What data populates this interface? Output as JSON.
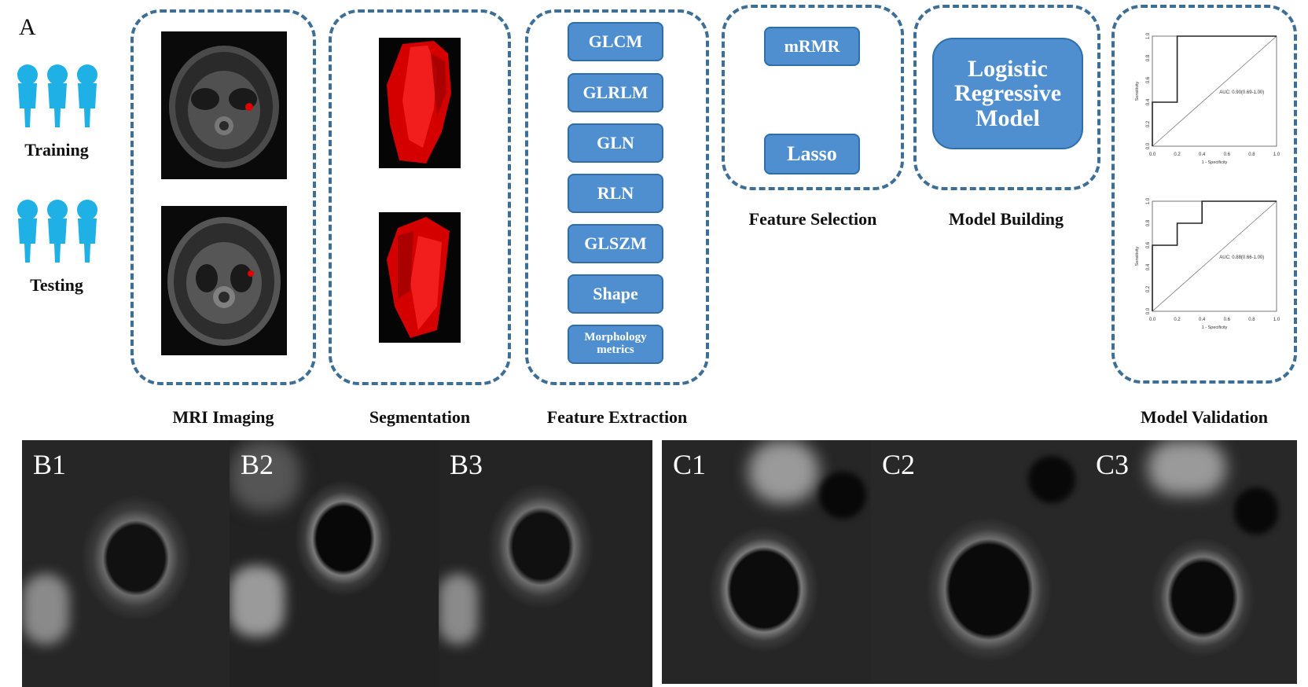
{
  "panel_a_label": "A",
  "groups": {
    "training": "Training",
    "testing": "Testing"
  },
  "stages": {
    "mri": "MRI Imaging",
    "segmentation": "Segmentation",
    "feature_extraction": "Feature Extraction",
    "feature_selection": "Feature Selection",
    "model_building": "Model Building",
    "model_validation": "Model Validation"
  },
  "features": [
    "GLCM",
    "GLRLM",
    "GLN",
    "RLN",
    "GLSZM",
    "Shape",
    "Morphology metrics"
  ],
  "selection": [
    "mRMR",
    "Lasso"
  ],
  "model": "Logistic Regressive Model",
  "roc_plots": [
    {
      "auc_label": "AUC: 0.90(0.69-1.00)",
      "xlabel": "1 - Specificity",
      "ylabel": "Sensitivity",
      "ticks": [
        "0.0",
        "0.2",
        "0.4",
        "0.6",
        "0.8",
        "1.0"
      ],
      "curve": [
        [
          0,
          0
        ],
        [
          0,
          0.4
        ],
        [
          0.2,
          0.4
        ],
        [
          0.2,
          1.0
        ],
        [
          1.0,
          1.0
        ]
      ]
    },
    {
      "auc_label": "AUC: 0.88(0.66-1.00)",
      "xlabel": "1 - Specificity",
      "ylabel": "Sensitivity",
      "ticks": [
        "0.0",
        "0.2",
        "0.4",
        "0.6",
        "0.8",
        "1.0"
      ],
      "curve": [
        [
          0,
          0
        ],
        [
          0,
          0.6
        ],
        [
          0.2,
          0.6
        ],
        [
          0.2,
          0.8
        ],
        [
          0.4,
          0.8
        ],
        [
          0.4,
          1.0
        ],
        [
          1.0,
          1.0
        ]
      ]
    }
  ],
  "tiles_b": [
    "B1",
    "B2",
    "B3"
  ],
  "tiles_c": [
    "C1",
    "C2",
    "C3"
  ],
  "colors": {
    "dash": "#3d6e96",
    "button": "#4f8fd0",
    "person": "#1fb0e6",
    "mask": "#e00000"
  }
}
